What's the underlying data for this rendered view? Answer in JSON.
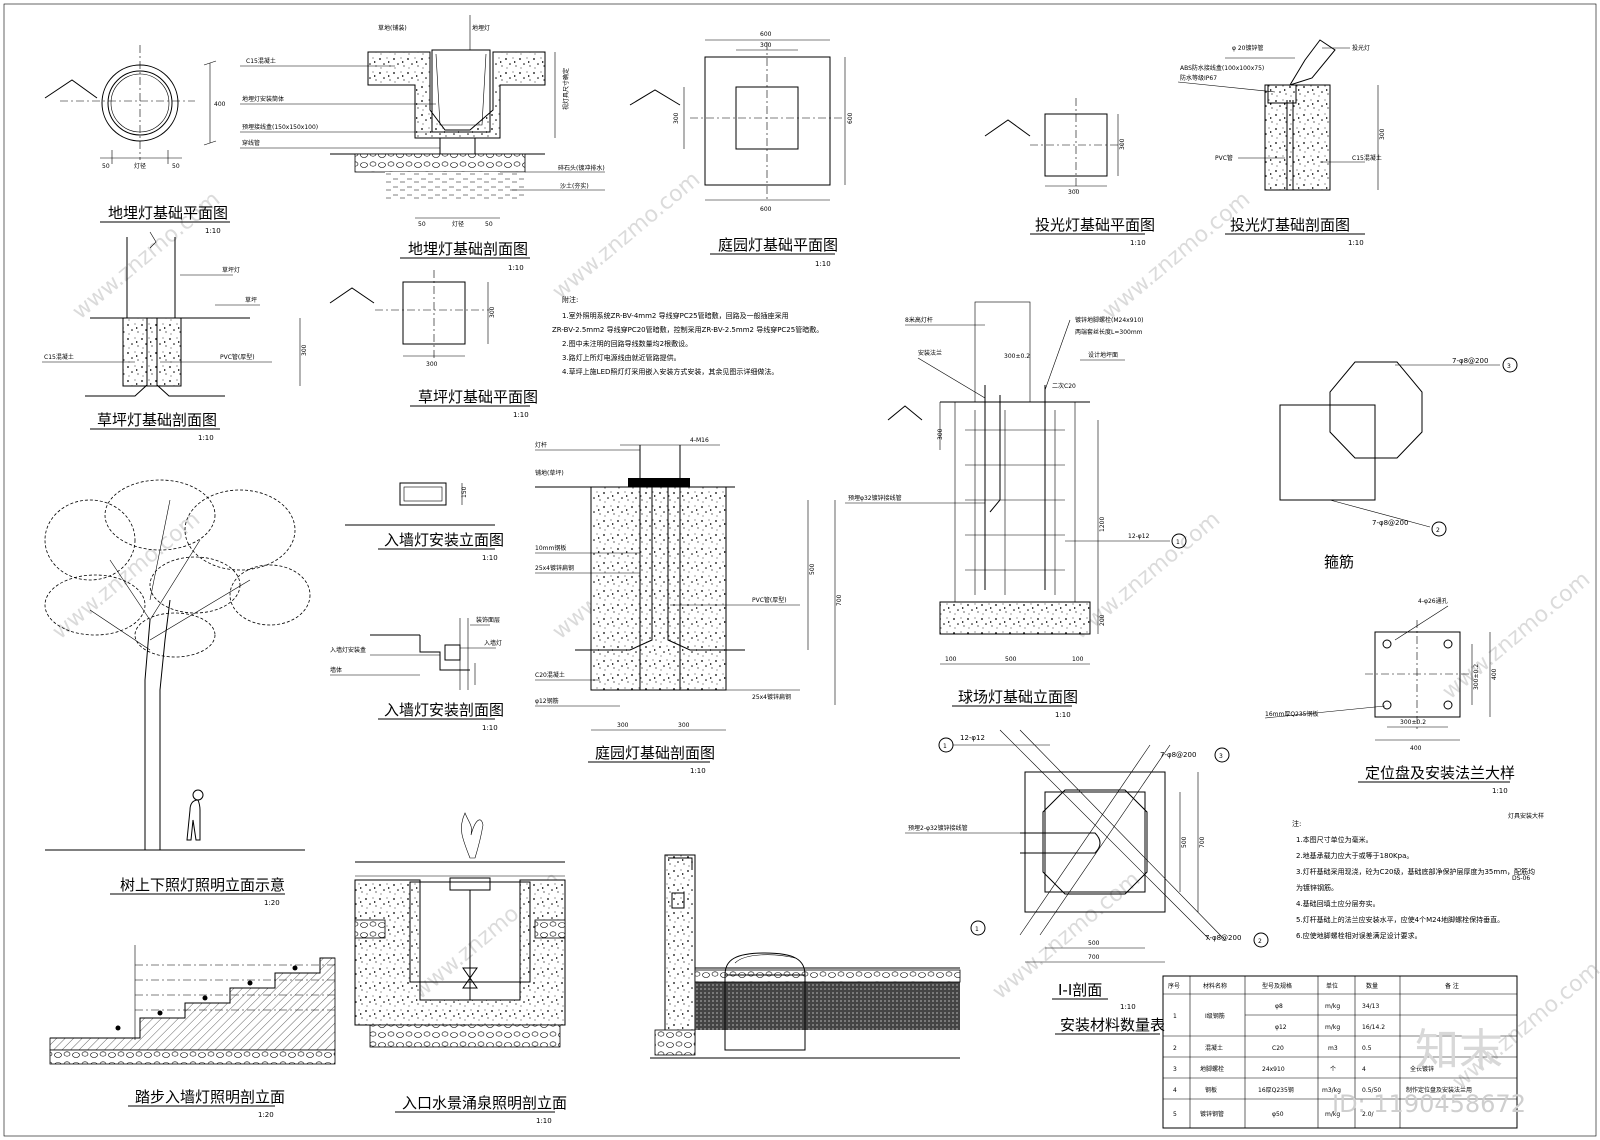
{
  "drawing_code": "DS-06",
  "drawing_name": "灯具安装大样",
  "watermark": {
    "text": "www.znzmo.com",
    "brand": "知末",
    "id": "ID: 1190458672"
  },
  "views": {
    "inground_plan": {
      "title": "地埋灯基础平面图",
      "scale": "1:10",
      "dim_h": "400",
      "dims_w": [
        "50",
        "灯径",
        "50"
      ]
    },
    "inground_section": {
      "title": "地埋灯基础剖面图",
      "scale": "1:10",
      "labels": [
        "草地(铺装)",
        "地埋灯",
        "C15混凝土",
        "地埋灯安装筒体",
        "预埋接线盒(150x150x100)",
        "穿线管",
        "碎石头(镀冲排水)",
        "沙土(夯实)"
      ],
      "dims_w": [
        "50",
        "灯径",
        "50"
      ],
      "dim_v": "视灯具尺寸确定"
    },
    "garden_plan": {
      "title": "庭园灯基础平面图",
      "scale": "1:10",
      "dims": [
        "600",
        "300",
        "600",
        "600",
        "300"
      ]
    },
    "flood_plan": {
      "title": "投光灯基础平面图",
      "scale": "1:10",
      "dims": [
        "300",
        "300"
      ]
    },
    "flood_section": {
      "title": "投光灯基础剖面图",
      "scale": "1:10",
      "labels": [
        "φ 20镀锌管",
        "投光灯",
        "ABS防水接线盒(100x100x75)",
        "防水等级IP67",
        "PVC管",
        "C15混凝土"
      ],
      "dim": "300"
    },
    "lawn_section": {
      "title": "草坪灯基础剖面图",
      "scale": "1:10",
      "labels": [
        "草坪灯",
        "草坪",
        "C15混凝土",
        "PVC管(厚型)"
      ],
      "dim": "300"
    },
    "lawn_plan": {
      "title": "草坪灯基础平面图",
      "scale": "1:10",
      "dims": [
        "300",
        "300"
      ]
    },
    "notes_top": {
      "heading": "附注:",
      "lines": [
        "1.室外照明系统ZR-BV-4mm2 导线穿PC25管暗敷，回路及一般插座采用",
        "ZR-BV-2.5mm2 导线穿PC20管暗敷，控制采用ZR-BV-2.5mm2 导线穿PC25管暗敷。",
        "2.图中未注明的回路导线数量均2根敷设。",
        "3.路灯上所灯电源线由就近管路提供。",
        "4.草坪上施LED照灯灯采用嵌入安装方式安装，其余见图示详细做法。"
      ]
    },
    "wall_elev": {
      "title": "入墙灯安装立面图",
      "scale": "1:10",
      "dim": "150"
    },
    "wall_section": {
      "title": "入墙灯安装剖面图",
      "scale": "1:10",
      "labels": [
        "装饰面层",
        "入墙灯安装盒",
        "入墙灯",
        "墙体"
      ]
    },
    "garden_section": {
      "title": "庭园灯基础剖面图",
      "scale": "1:10",
      "labels": [
        "4-M16",
        "灯杆",
        "铺地(草坪)",
        "10mm钢板",
        "25x4镀锌扁钢",
        "PVC管(厚型)",
        "C20混凝土",
        "φ12钢筋",
        "25x4镀锌扁钢"
      ],
      "dims": [
        "300",
        "300",
        "500",
        "700"
      ]
    },
    "court_elev": {
      "title": "球场灯基础立面图",
      "scale": "1:10",
      "labels": [
        "8米高灯杆",
        "安装法兰",
        "镀锌地脚螺栓(M24x910)",
        "两端套丝长度L=300mm",
        "设计地坪面",
        "二次C20",
        "预埋φ32镀锌接线管",
        "12-φ12"
      ],
      "dims": [
        "300±0.2",
        "300",
        "1200",
        "200",
        "100",
        "500",
        "100"
      ],
      "callout": "1"
    },
    "stirrup": {
      "title": "箍筋",
      "labels": [
        "7-φ8@200",
        "7-φ8@200"
      ],
      "callouts": [
        "3",
        "2"
      ]
    },
    "flange": {
      "title": "定位盘及安装法兰大样",
      "scale": "1:10",
      "labels": [
        "4-φ26通孔",
        "16mm厚Q235钢板"
      ],
      "dims": [
        "300±0.2",
        "400",
        "300±0.2",
        "400"
      ]
    },
    "section_11": {
      "title": "I-I剖面",
      "scale": "1:10",
      "labels": [
        "12-φ12",
        "7-φ8@200",
        "预埋2-φ32镀锌接线管",
        "7-φ8@200"
      ],
      "dims": [
        "500",
        "700",
        "500",
        "700"
      ],
      "callouts": [
        "1",
        "3",
        "1",
        "2"
      ]
    },
    "tree": {
      "title": "树上下照灯照明立面示意",
      "scale": "1:20"
    },
    "steps": {
      "title": "踏步入墙灯照明剖立面",
      "scale": "1:20"
    },
    "fountain": {
      "title": "入口水景涌泉照明剖立面",
      "scale": "1:10"
    },
    "notes_bottom": {
      "heading": "注:",
      "lines": [
        "1.本图尺寸单位为毫米。",
        "2.地基承载力应大于或等于180Kpa。",
        "3.灯杆基础采用现浇，砼为C20级，基础底部净保护层厚度为35mm，配筋均",
        "为镀锌钢筋。",
        "4.基础回填土应分层夯实。",
        "5.灯杆基础上的法兰应安装水平，应使4个M24地脚螺栓保持垂直。",
        "6.应使地脚螺栓相对误差满足设计要求。"
      ]
    }
  },
  "material_table": {
    "title": "安装材料数量表",
    "headers": [
      "序号",
      "材料名称",
      "型号及规格",
      "单位",
      "数量",
      "备  注"
    ],
    "rows": [
      [
        "1",
        "I级钢筋",
        "φ8",
        "m/kg",
        "34/13",
        ""
      ],
      [
        "",
        "",
        "φ12",
        "m/kg",
        "16/14.2",
        ""
      ],
      [
        "2",
        "混凝土",
        "C20",
        "m3",
        "0.5",
        ""
      ],
      [
        "3",
        "地脚螺栓",
        "24x910",
        "个",
        "4",
        "全长镀锌"
      ],
      [
        "4",
        "钢板",
        "16厚Q235钢",
        "m3/kg",
        "0.5/50",
        "制作定位盘及安装法兰用"
      ],
      [
        "5",
        "镀锌钢管",
        "φ50",
        "m/kg",
        "2.0/",
        ""
      ]
    ]
  }
}
